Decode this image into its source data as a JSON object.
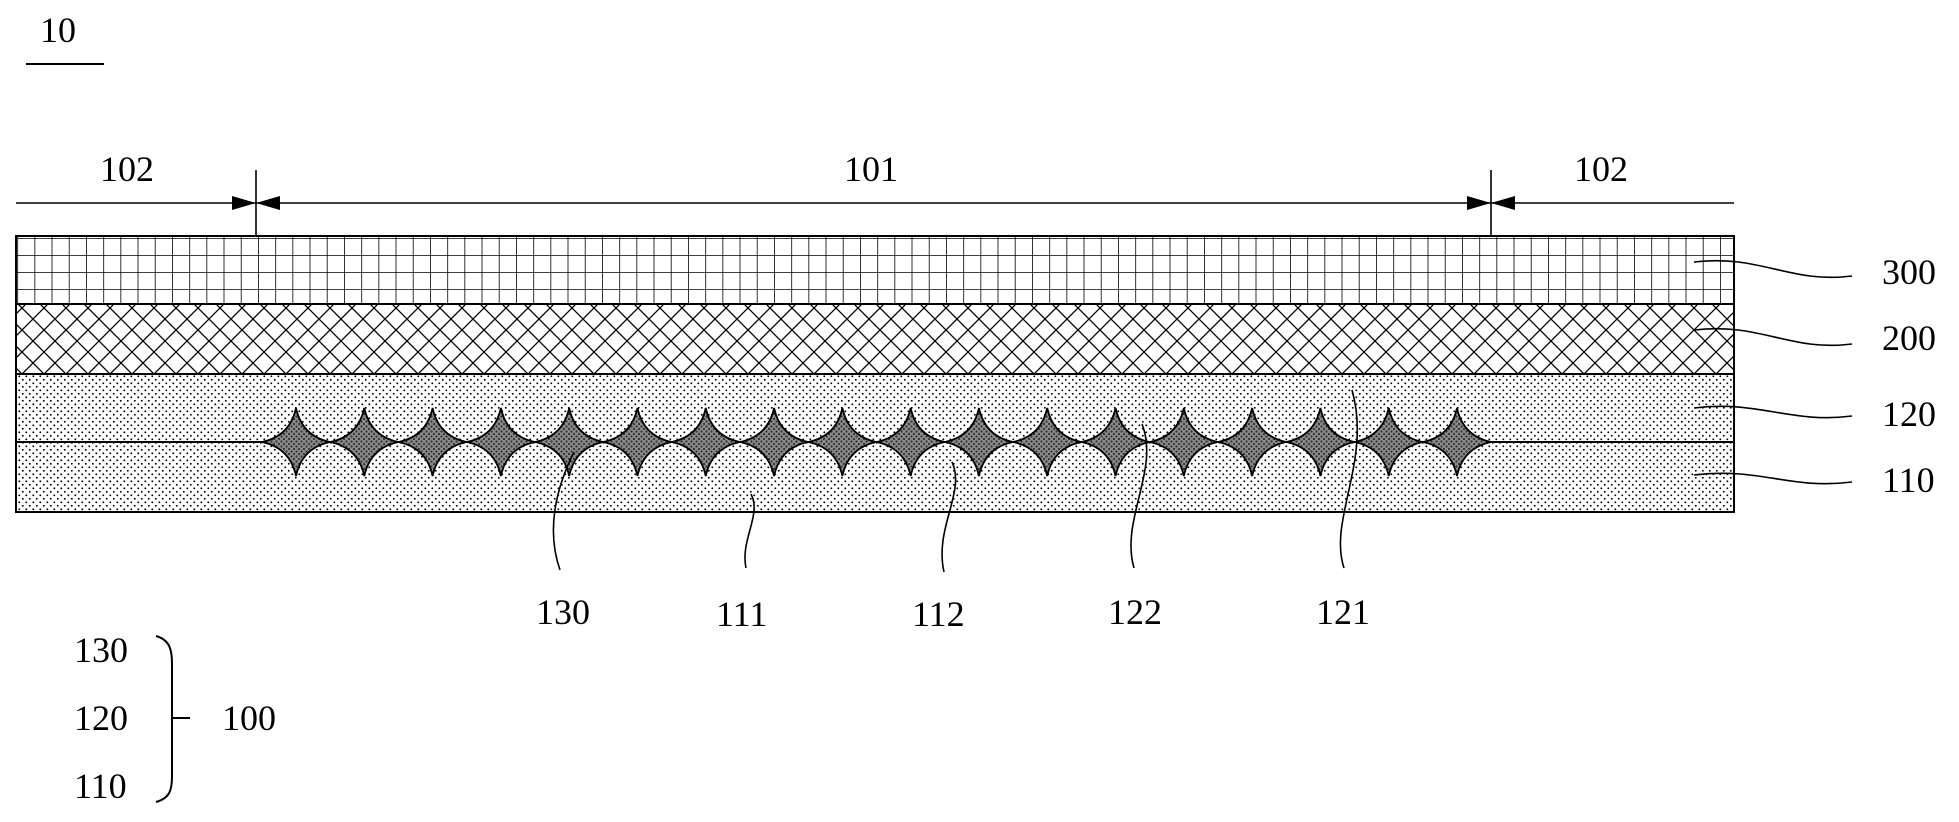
{
  "figure_label": "10",
  "regions": {
    "left": "102",
    "center": "101",
    "right": "102"
  },
  "layers": [
    {
      "id": "layer-300",
      "label": "300"
    },
    {
      "id": "layer-200",
      "label": "200"
    },
    {
      "id": "layer-120",
      "label": "120"
    },
    {
      "id": "layer-110",
      "label": "110"
    }
  ],
  "callouts": [
    {
      "id": "callout-130",
      "label": "130"
    },
    {
      "id": "callout-111",
      "label": "111"
    },
    {
      "id": "callout-112",
      "label": "112"
    },
    {
      "id": "callout-122",
      "label": "122"
    },
    {
      "id": "callout-121",
      "label": "121"
    }
  ],
  "group": {
    "members": [
      "130",
      "120",
      "110"
    ],
    "label": "100"
  },
  "colors": {
    "stroke": "#000000",
    "particle_fill": "#8a8a8a",
    "background": "#ffffff"
  }
}
